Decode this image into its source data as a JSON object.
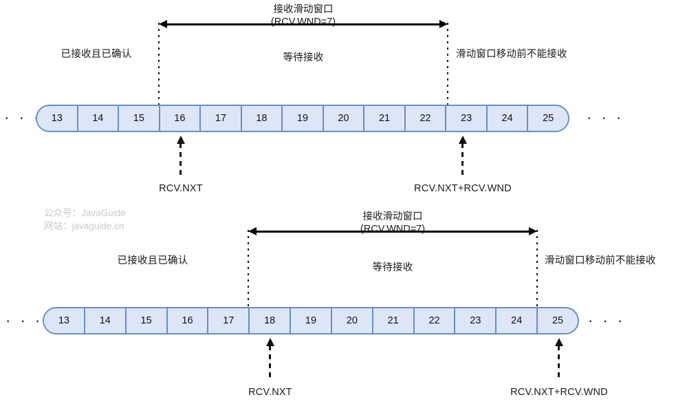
{
  "diagram": {
    "kind": "tcp-receive-sliding-window",
    "watermark": {
      "line1": "公众号：JavaGuide",
      "line2": "网站：javaguide.cn"
    },
    "ellipsis": "· · ·",
    "panels": [
      {
        "id": "before-slide",
        "window_title": "接收滑动窗口",
        "window_subtitle": "(RCV.WND=7)",
        "left_label": "已接收且已确认",
        "middle_label": "等待接收",
        "right_label": "滑动窗口移动前不能接收",
        "pointer_left_label": "RCV.NXT",
        "pointer_right_label": "RCV.NXT+RCV.WND",
        "sequence_numbers": [
          "13",
          "14",
          "15",
          "16",
          "17",
          "18",
          "19",
          "20",
          "21",
          "22",
          "23",
          "24",
          "25"
        ],
        "window_start_seq": "16",
        "window_end_seq": "23",
        "rcv_nxt": 16,
        "rcv_wnd": 7
      },
      {
        "id": "after-slide",
        "window_title": "接收滑动窗口",
        "window_subtitle": "(RCV.WND=7)",
        "left_label": "已接收且已确认",
        "middle_label": "等待接收",
        "right_label": "滑动窗口移动前不能接收",
        "pointer_left_label": "RCV.NXT",
        "pointer_right_label": "RCV.NXT+RCV.WND",
        "sequence_numbers": [
          "13",
          "14",
          "15",
          "16",
          "17",
          "18",
          "19",
          "20",
          "21",
          "22",
          "23",
          "24",
          "25"
        ],
        "window_start_seq": "18",
        "window_end_seq": "25",
        "rcv_nxt": 18,
        "rcv_wnd": 7
      }
    ],
    "colors": {
      "cell_fill": "#dce6f7",
      "cell_border": "#6b8dc0",
      "line": "#111111",
      "watermark": "#c8c8c8"
    }
  }
}
